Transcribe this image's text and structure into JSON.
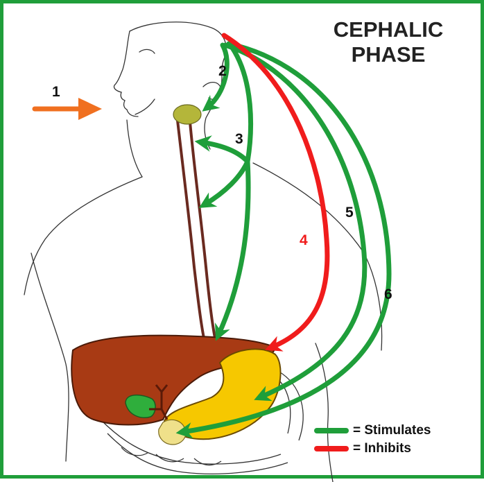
{
  "title": {
    "line1": "CEPHALIC",
    "line2": "PHASE"
  },
  "labels": {
    "l1": "1",
    "l2": "2",
    "l3": "3",
    "l4": "4",
    "l5": "5",
    "l6": "6"
  },
  "legend": {
    "stimulates": "= Stimulates",
    "inhibits": "= Inhibits"
  },
  "colors": {
    "border": "#1f9e3a",
    "stimulates": "#1f9e3a",
    "inhibits": "#f01c1c",
    "stimulus_arrow": "#f07020",
    "liver": "#a83a14",
    "stomach": "#f6c800",
    "gallbladder": "#2fae3c",
    "pancreas": "#efe08a",
    "salivary_gland": "#b4b63a",
    "esophagus": "#6a2a20"
  }
}
